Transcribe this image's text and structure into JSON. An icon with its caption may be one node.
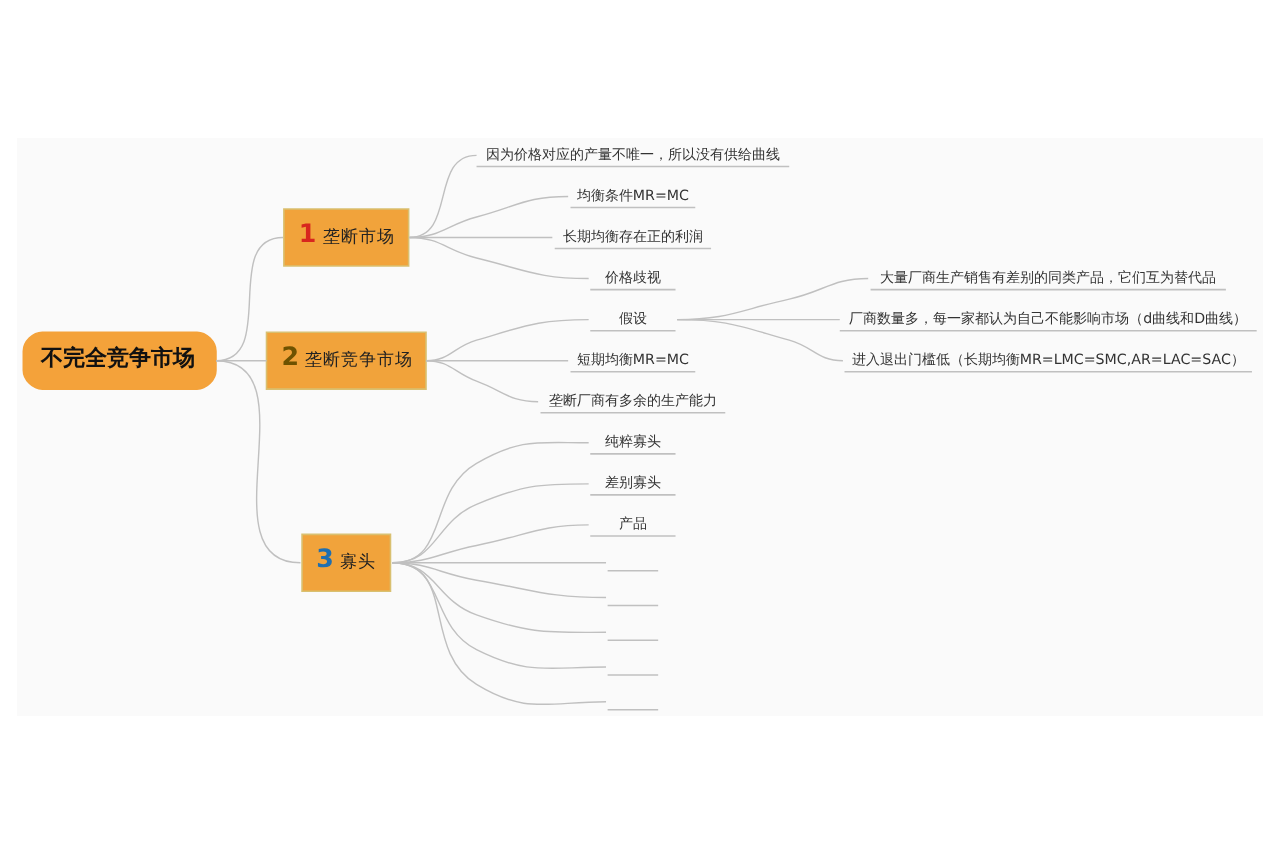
{
  "diagram": {
    "nodes": [
      {
        "text": [
          "不完全竞争市场"
        ]
      },
      {
        "text": [
          "1",
          "垄断市场"
        ]
      },
      {
        "text": [
          "因为价格对应的产量不唯一，所以没有供给曲线"
        ]
      },
      {
        "text": [
          "均衡条件MR=MC"
        ]
      },
      {
        "text": [
          "长期均衡存在正的利润"
        ]
      },
      {
        "text": [
          "价格歧视"
        ]
      },
      {
        "text": [
          "2",
          "垄断竞争市场"
        ]
      },
      {
        "text": [
          "假设"
        ]
      },
      {
        "text": [
          "大量厂商生产销售有差别的同类产品，它们互为替代品"
        ]
      },
      {
        "text": [
          "厂商数量多，每一家都认为自己不能影响市场（d曲线和D曲线）"
        ]
      },
      {
        "text": [
          "进入退出门槛低（长期均衡MR=LMC=SMC,AR=LAC=SAC）"
        ]
      },
      {
        "text": [
          "短期均衡MR=MC"
        ]
      },
      {
        "text": [
          "垄断厂商有多余的生产能力"
        ]
      },
      {
        "text": [
          "3",
          "寡头"
        ]
      },
      {
        "text": [
          "纯粹寡头"
        ]
      },
      {
        "text": [
          "差别寡头"
        ]
      },
      {
        "text": [
          "产品"
        ]
      },
      {
        "text": [],
        "shape": "line"
      },
      {
        "text": [],
        "shape": "line"
      },
      {
        "text": [],
        "shape": "line"
      },
      {
        "text": [],
        "shape": "line"
      },
      {
        "text": [],
        "shape": "line"
      }
    ],
    "edges": [
      {
        "from": 0,
        "to": 1,
        "arrow": "none"
      },
      {
        "from": 1,
        "to": 2,
        "arrow": "none"
      },
      {
        "from": 1,
        "to": 3,
        "arrow": "none"
      },
      {
        "from": 1,
        "to": 4,
        "arrow": "none"
      },
      {
        "from": 1,
        "to": 5,
        "arrow": "none"
      },
      {
        "from": 0,
        "to": 6,
        "arrow": "none"
      },
      {
        "from": 6,
        "to": 7,
        "arrow": "none"
      },
      {
        "from": 7,
        "to": 8,
        "arrow": "none"
      },
      {
        "from": 7,
        "to": 9,
        "arrow": "none"
      },
      {
        "from": 7,
        "to": 10,
        "arrow": "none"
      },
      {
        "from": 6,
        "to": 11,
        "arrow": "none"
      },
      {
        "from": 6,
        "to": 12,
        "arrow": "none"
      },
      {
        "from": 0,
        "to": 13,
        "arrow": "none"
      },
      {
        "from": 13,
        "to": 14,
        "arrow": "none"
      },
      {
        "from": 13,
        "to": 15,
        "arrow": "none"
      },
      {
        "from": 13,
        "to": 16,
        "arrow": "none"
      },
      {
        "from": 13,
        "to": 17,
        "arrow": "none"
      },
      {
        "from": 13,
        "to": 18,
        "arrow": "none"
      },
      {
        "from": 13,
        "to": 19,
        "arrow": "none"
      },
      {
        "from": 13,
        "to": 20,
        "arrow": "none"
      },
      {
        "from": 13,
        "to": 21,
        "arrow": "none"
      }
    ]
  }
}
